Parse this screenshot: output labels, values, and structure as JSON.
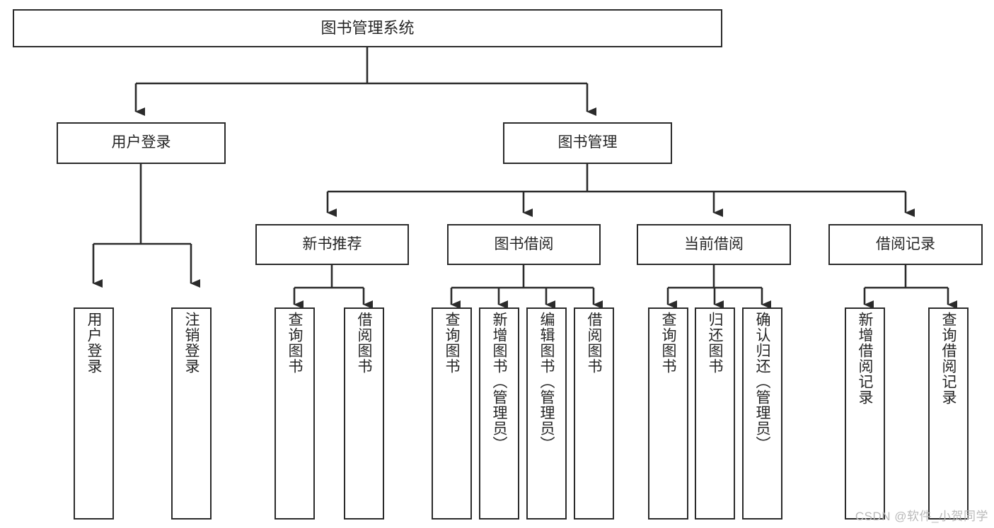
{
  "diagram": {
    "title": "图书管理系统",
    "watermark": "CSDN @软件_小贺同学",
    "stroke_color": "#2b2b2b",
    "text_color": "#262626",
    "background": "#ffffff"
  },
  "nodes": {
    "root": {
      "label": "图书管理系统"
    },
    "level2": [
      {
        "label": "用户登录"
      },
      {
        "label": "图书管理"
      }
    ],
    "level3": [
      {
        "label": "新书推荐"
      },
      {
        "label": "图书借阅"
      },
      {
        "label": "当前借阅"
      },
      {
        "label": "借阅记录"
      }
    ],
    "leaves_user_login": [
      {
        "label": "用户登录"
      },
      {
        "label": "注销登录"
      }
    ],
    "leaves_new_book": [
      {
        "label": "查询图书"
      },
      {
        "label": "借阅图书"
      }
    ],
    "leaves_borrow": [
      {
        "label": "查询图书"
      },
      {
        "label": "新增图书（管理员）"
      },
      {
        "label": "编辑图书（管理员）"
      },
      {
        "label": "借阅图书"
      }
    ],
    "leaves_current": [
      {
        "label": "查询图书"
      },
      {
        "label": "归还图书"
      },
      {
        "label": "确认归还（管理员）"
      }
    ],
    "leaves_record": [
      {
        "label": "新增借阅记录"
      },
      {
        "label": "查询借阅记录"
      }
    ]
  }
}
